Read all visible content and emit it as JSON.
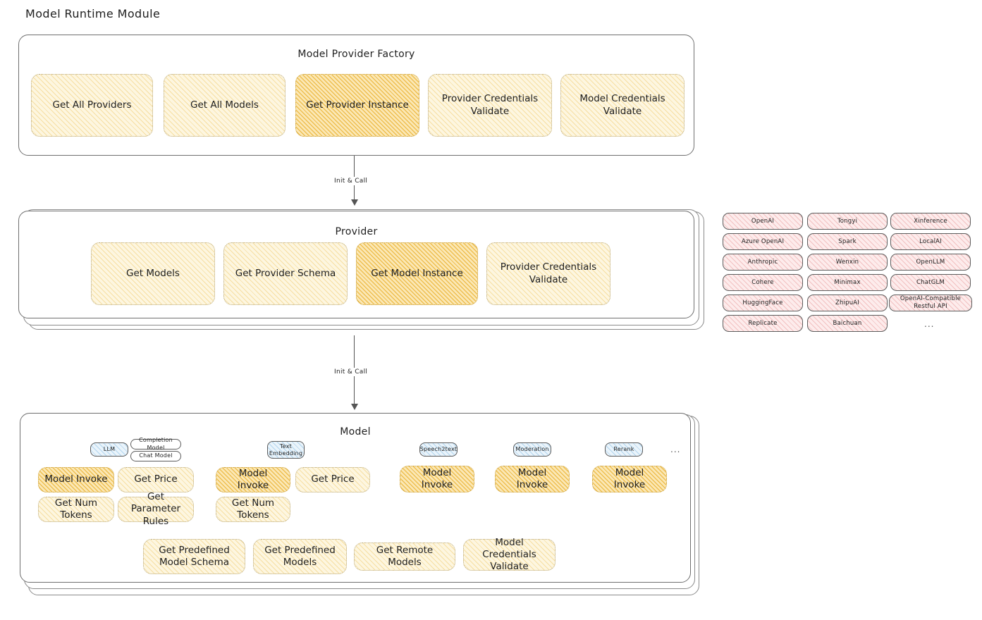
{
  "page": {
    "title": "Model Runtime Module"
  },
  "factory": {
    "title": "Model Provider Factory",
    "nodes": [
      {
        "label": "Get All Providers",
        "state": "normal"
      },
      {
        "label": "Get All Models",
        "state": "normal"
      },
      {
        "label": "Get Provider Instance",
        "state": "highlighted"
      },
      {
        "label": "Provider Credentials Validate",
        "state": "normal"
      },
      {
        "label": "Model Credentials Validate",
        "state": "normal"
      }
    ]
  },
  "connectors": [
    {
      "label": "Init & Call"
    },
    {
      "label": "Init & Call"
    }
  ],
  "provider": {
    "title": "Provider",
    "nodes": [
      {
        "label": "Get Models",
        "state": "normal"
      },
      {
        "label": "Get Provider Schema",
        "state": "normal"
      },
      {
        "label": "Get Model Instance",
        "state": "highlighted"
      },
      {
        "label": "Provider Credentials Validate",
        "state": "normal"
      }
    ]
  },
  "provider_list": {
    "columns": [
      [
        "OpenAI",
        "Azure OpenAI",
        "Anthropic",
        "Cohere",
        "HuggingFace",
        "Replicate"
      ],
      [
        "Tongyi",
        "Spark",
        "Wenxin",
        "Minimax",
        "ZhipuAI",
        "Baichuan"
      ],
      [
        "Xinference",
        "LocalAI",
        "OpenLLM",
        "ChatGLM",
        "OpenAI-Compatible Restful API"
      ]
    ],
    "more": "..."
  },
  "model": {
    "title": "Model",
    "more": "...",
    "types": [
      {
        "name": "LLM",
        "tag_style": "blue",
        "subtags": [
          "Completion Model",
          "Chat Model"
        ],
        "nodes": [
          {
            "label": "Model Invoke",
            "state": "highlighted"
          },
          {
            "label": "Get Price",
            "state": "normal"
          },
          {
            "label": "Get Num Tokens",
            "state": "normal"
          },
          {
            "label": "Get Parameter Rules",
            "state": "normal"
          }
        ]
      },
      {
        "name": "Text Embedding",
        "tag_style": "blue",
        "subtags": [],
        "nodes": [
          {
            "label": "Model Invoke",
            "state": "highlighted"
          },
          {
            "label": "Get Price",
            "state": "normal"
          },
          {
            "label": "Get Num Tokens",
            "state": "normal"
          }
        ]
      },
      {
        "name": "Speech2text",
        "tag_style": "blue",
        "subtags": [],
        "nodes": [
          {
            "label": "Model Invoke",
            "state": "highlighted"
          }
        ]
      },
      {
        "name": "Moderation",
        "tag_style": "blue",
        "subtags": [],
        "nodes": [
          {
            "label": "Model Invoke",
            "state": "highlighted"
          }
        ]
      },
      {
        "name": "Rerank",
        "tag_style": "blue",
        "subtags": [],
        "nodes": [
          {
            "label": "Model Invoke",
            "state": "highlighted"
          }
        ]
      }
    ],
    "shared_nodes": [
      {
        "label": "Get Predefined Model Schema"
      },
      {
        "label": "Get Predefined Models"
      },
      {
        "label": "Get Remote Models"
      },
      {
        "label": "Model Credentials Validate"
      }
    ]
  },
  "colors": {
    "node_yellow_fill": "#fdf6e0",
    "node_yellow_hatch": "#f0cb6e",
    "node_orange_fill": "#fbe8b6",
    "node_orange_hatch": "#e9b12e",
    "node_pink_fill": "#fdecec",
    "node_pink_hatch": "#e79595",
    "node_blue_fill": "#eaf4fb",
    "node_blue_hatch": "#82bbe2",
    "stroke": "#6f6f6f",
    "text": "#1e1e1e",
    "background": "#ffffff"
  }
}
